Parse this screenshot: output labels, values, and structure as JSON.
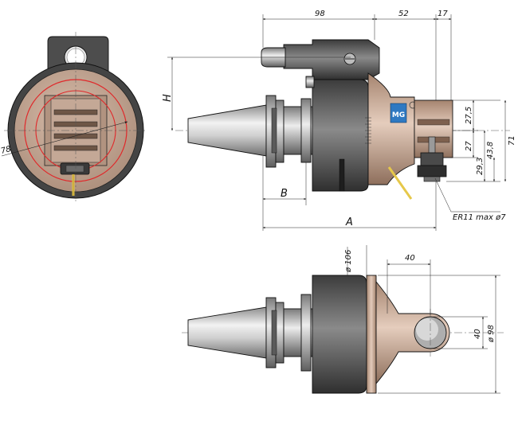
{
  "dimensions": {
    "d98": "98",
    "d52": "52",
    "d17": "17",
    "H": "H",
    "d27_5": "27,5",
    "d27": "27",
    "d29_3": "29,3",
    "d43_8": "43,8",
    "d71": "71",
    "B": "B",
    "A": "A",
    "collet": "ER11 max ø7",
    "d78": "78",
    "d106": "ø 106",
    "d40h": "40",
    "d40v": "40",
    "d98dia": "ø 98"
  },
  "logo": {
    "text": "MG"
  },
  "colors": {
    "steel_dark": "#4a4a4a",
    "steel_light": "#d9d9d9",
    "bronze": "#c7a894",
    "bronze_dark": "#9b7c68",
    "red_circle": "#e0282a",
    "coolant": "#e6c84a",
    "logo_blue": "#2f79c2"
  }
}
